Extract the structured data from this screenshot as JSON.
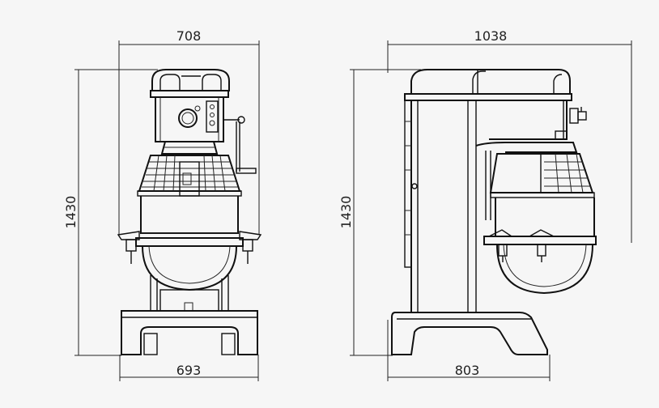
{
  "front_view": {
    "width_top": "708",
    "width_bottom": "693",
    "height": "1430"
  },
  "side_view": {
    "width_top": "1038",
    "width_bottom": "803",
    "height": "1430"
  }
}
